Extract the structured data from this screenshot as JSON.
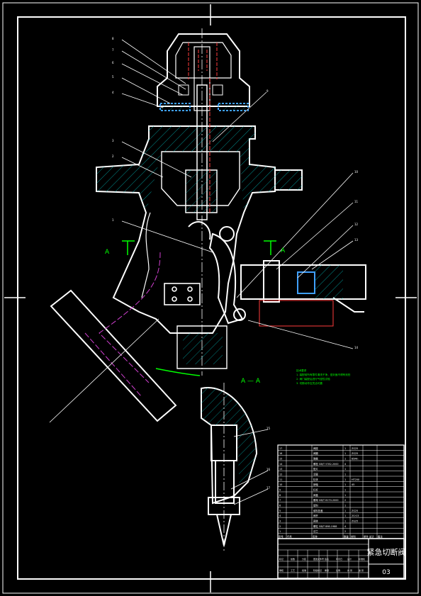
{
  "drawing": {
    "title": "紧急切断阀",
    "number": "03",
    "section_label": "A — A",
    "view_marker_left": "A",
    "view_marker_right": "A",
    "notes_heading": "技术要求",
    "notes_lines": [
      "1. 装配前所有零件清洗干净，密封面不得有划伤",
      "2. 阀门装配后进行气密性试验",
      "3. 切断动作应灵活可靠"
    ],
    "balloon_labels": [
      "8",
      "7",
      "6",
      "5",
      "4",
      "3",
      "2",
      "1",
      "9",
      "10",
      "11",
      "12",
      "13",
      "14",
      "15",
      "16",
      "17"
    ],
    "parts_header": [
      "序号",
      "代号",
      "名称",
      "数量",
      "材料",
      "单件 总计",
      "备注"
    ],
    "parts_rows": [
      {
        "no": "17",
        "name": "阀座",
        "qty": "1",
        "mat": "ZG25"
      },
      {
        "no": "16",
        "name": "阀瓣",
        "qty": "1",
        "mat": "ZG25"
      },
      {
        "no": "15",
        "name": "弹簧",
        "qty": "1",
        "mat": "65Mn"
      },
      {
        "no": "14",
        "name": "螺栓 GB/T 5782-2000",
        "qty": "4",
        "mat": ""
      },
      {
        "no": "13",
        "name": "垫片",
        "qty": "1",
        "mat": ""
      },
      {
        "no": "12",
        "name": "活塞",
        "qty": "1",
        "mat": ""
      },
      {
        "no": "11",
        "name": "缸体",
        "qty": "1",
        "mat": "HT200"
      },
      {
        "no": "10",
        "name": "销轴",
        "qty": "1",
        "mat": "45"
      },
      {
        "no": "9",
        "name": "杠杆",
        "qty": "1",
        "mat": ""
      },
      {
        "no": "8",
        "name": "阀盖",
        "qty": "1",
        "mat": ""
      },
      {
        "no": "7",
        "name": "螺母 GB/T 6170-2000",
        "qty": "2",
        "mat": ""
      },
      {
        "no": "6",
        "name": "填料",
        "qty": "1",
        "mat": ""
      },
      {
        "no": "5",
        "name": "填料压盖",
        "qty": "1",
        "mat": "ZG25"
      },
      {
        "no": "4",
        "name": "阀杆",
        "qty": "1",
        "mat": "2Cr13"
      },
      {
        "no": "3",
        "name": "阀体",
        "qty": "1",
        "mat": "ZG25"
      },
      {
        "no": "2",
        "name": "螺柱 GB/T 898-1988",
        "qty": "4",
        "mat": ""
      },
      {
        "no": "1",
        "name": "法兰",
        "qty": "2",
        "mat": ""
      }
    ],
    "title_block_small": [
      "标记",
      "处数",
      "分区",
      "更改文件号",
      "签名",
      "年月日",
      "设计",
      "标准化",
      "审核",
      "工艺",
      "批准",
      "阶段标记",
      "重量",
      "比例",
      "共 张",
      "第 张"
    ],
    "colors": {
      "outline": "#ffffff",
      "hatch": "#00c8c8",
      "hidden": "#ff3b3b",
      "phantom": "#d040d0",
      "note": "#00ff00",
      "spring": "#40a0ff"
    }
  }
}
